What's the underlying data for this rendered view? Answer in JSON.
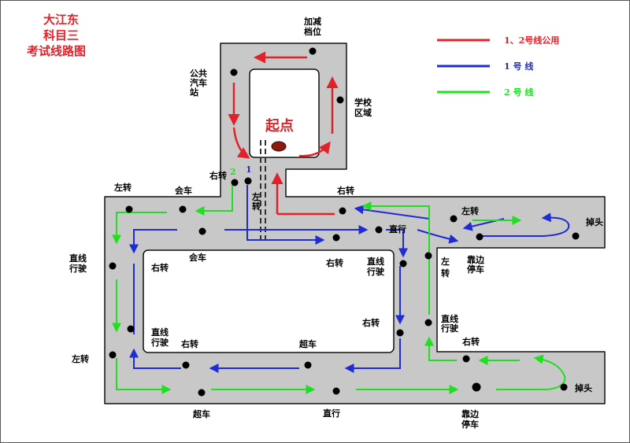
{
  "title_lines": [
    "大江东",
    "科目三",
    "考试线路图"
  ],
  "legend": [
    {
      "label": "1、2号线公用",
      "color": "#e0232a"
    },
    {
      "label": "1 号 线",
      "color": "#1f2bd3"
    },
    {
      "label": "2 号 线",
      "color": "#1fe01f"
    }
  ],
  "colors": {
    "road": "#c8c8c8",
    "road_stroke": "#111111",
    "shared": "#e0232a",
    "line1": "#1f2bd3",
    "line2": "#1fe01f",
    "start_marker": "#8b1a10"
  },
  "start_label": "起点",
  "line_markers": {
    "line1": "1",
    "line2": "2"
  },
  "labels": {
    "upshift_1": "加减",
    "upshift_2": "档位",
    "bus_1": "公共",
    "bus_2": "汽车",
    "bus_3": "站",
    "school_1": "学校",
    "school_2": "区域",
    "right_turn_a": "右转",
    "left_turn_a_1": "左",
    "left_turn_a_2": "转",
    "right_turn_b": "右转",
    "left_turn_b": "左转",
    "meet_car_a": "会车",
    "straight_a_1": "直线",
    "straight_a_2": "行驶",
    "right_turn_c": "右转",
    "meet_car_b": "会车",
    "right_turn_d": "右转",
    "straight_b_1": "直线",
    "straight_b_2": "行驶",
    "straight_c": "直行",
    "left_turn_c": "左转",
    "u_turn_a": "掉头",
    "left_turn_d_1": "左",
    "left_turn_d_2": "转",
    "park_a_1": "靠边",
    "park_a_2": "停车",
    "right_turn_e": "右转",
    "straight_d_1": "直线",
    "straight_d_2": "行驶",
    "straight_e_1": "直线",
    "straight_e_2": "行驶",
    "right_turn_f": "右转",
    "overtake_a": "超车",
    "right_turn_g": "右转",
    "left_turn_e": "左转",
    "overtake_b": "超车",
    "straight_f": "直行",
    "park_b_1": "靠边",
    "park_b_2": "停车",
    "u_turn_b": "掉头"
  }
}
